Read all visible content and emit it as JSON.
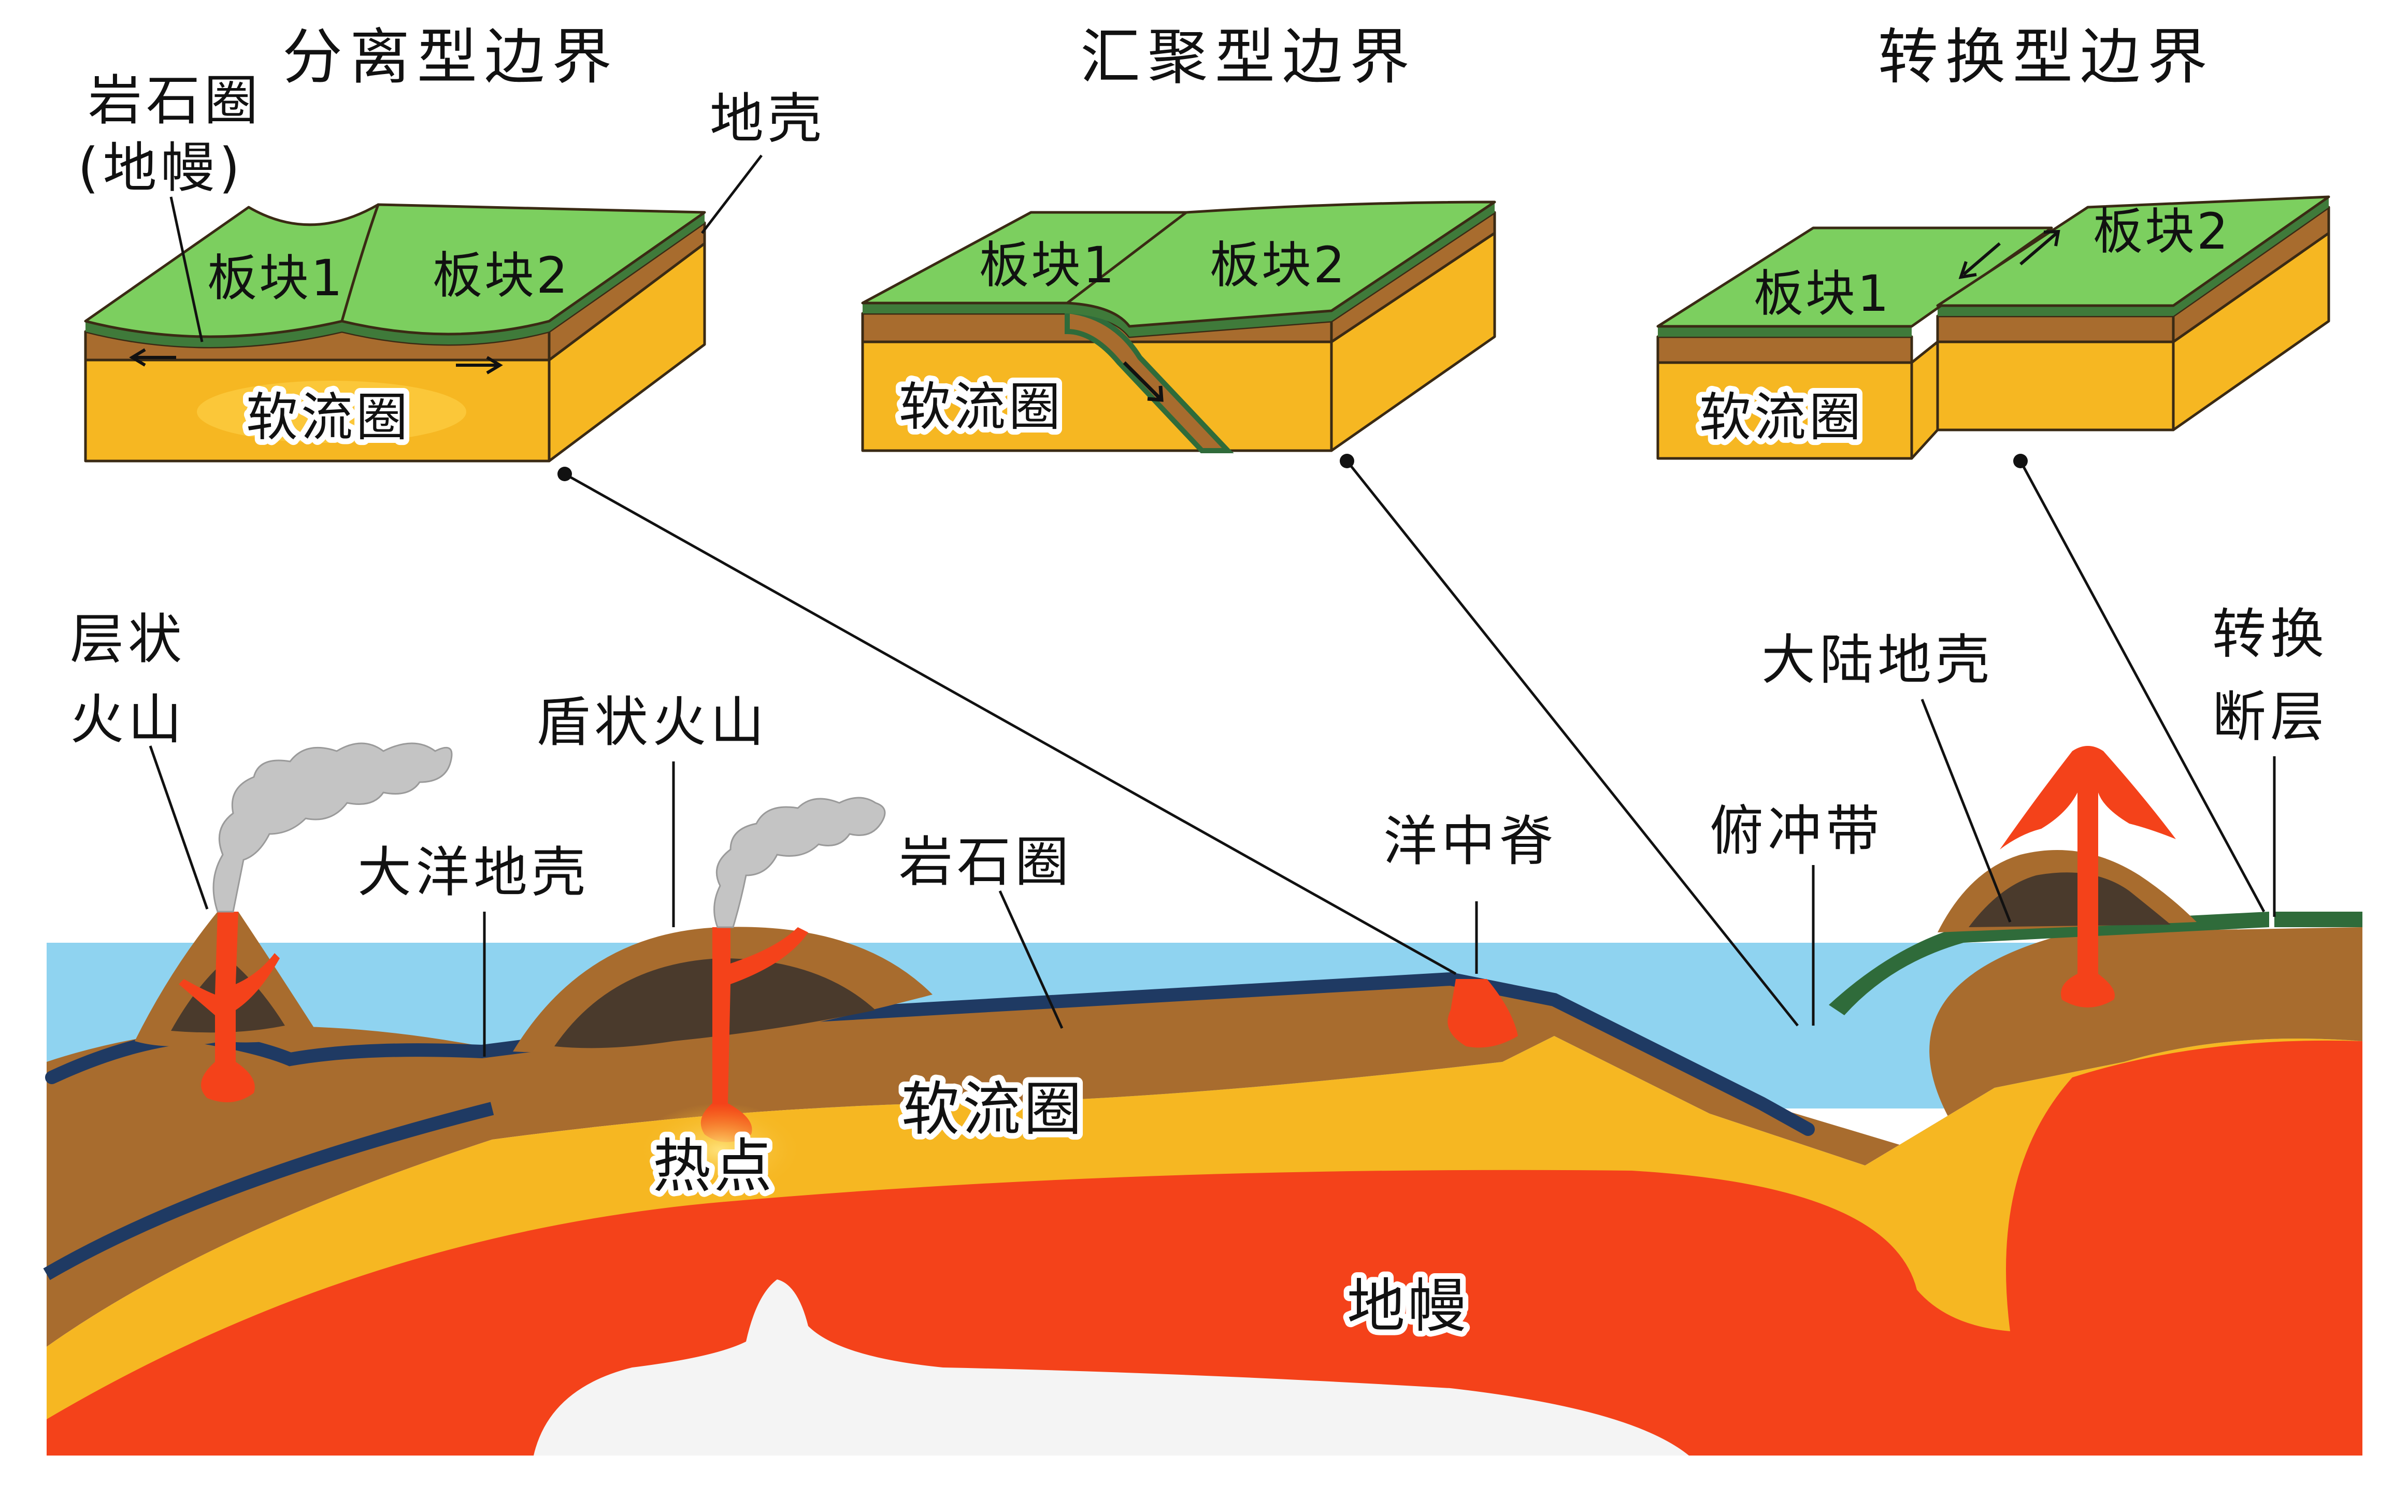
{
  "titles": {
    "divergent": "分离型边界",
    "convergent": "汇聚型边界",
    "transform": "转换型边界"
  },
  "block_labels": {
    "lithosphere_line1": "岩石圈",
    "lithosphere_line2": "(地幔)",
    "crust": "地壳",
    "plate1": "板块1",
    "plate2": "板块2",
    "asthenosphere": "软流圈"
  },
  "main_labels": {
    "strato_line1": "层状",
    "strato_line2": "火山",
    "shield": "盾状火山",
    "oceanic_crust": "大洋地壳",
    "lithosphere": "岩石圈",
    "ridge": "洋中脊",
    "subduction": "俯冲带",
    "continental_crust": "大陆地壳",
    "transform_line1": "转换",
    "transform_line2": "断层",
    "asthenosphere": "软流圈",
    "hotspot": "热点",
    "mantle": "地幔"
  },
  "colors": {
    "crust_green": "#7ccf5f",
    "crust_dark_green": "#3f7a3a",
    "lithosphere_brown": "#a86c2e",
    "volcano_core": "#4a3a2c",
    "asthenosphere_yellow": "#f6b722",
    "mantle_red": "#f4421a",
    "ocean_blue": "#8fd3f0",
    "oceanic_crust_navy": "#1f3a63",
    "core_white": "#f4f4f4",
    "smoke_gray": "#c4c4c4"
  }
}
